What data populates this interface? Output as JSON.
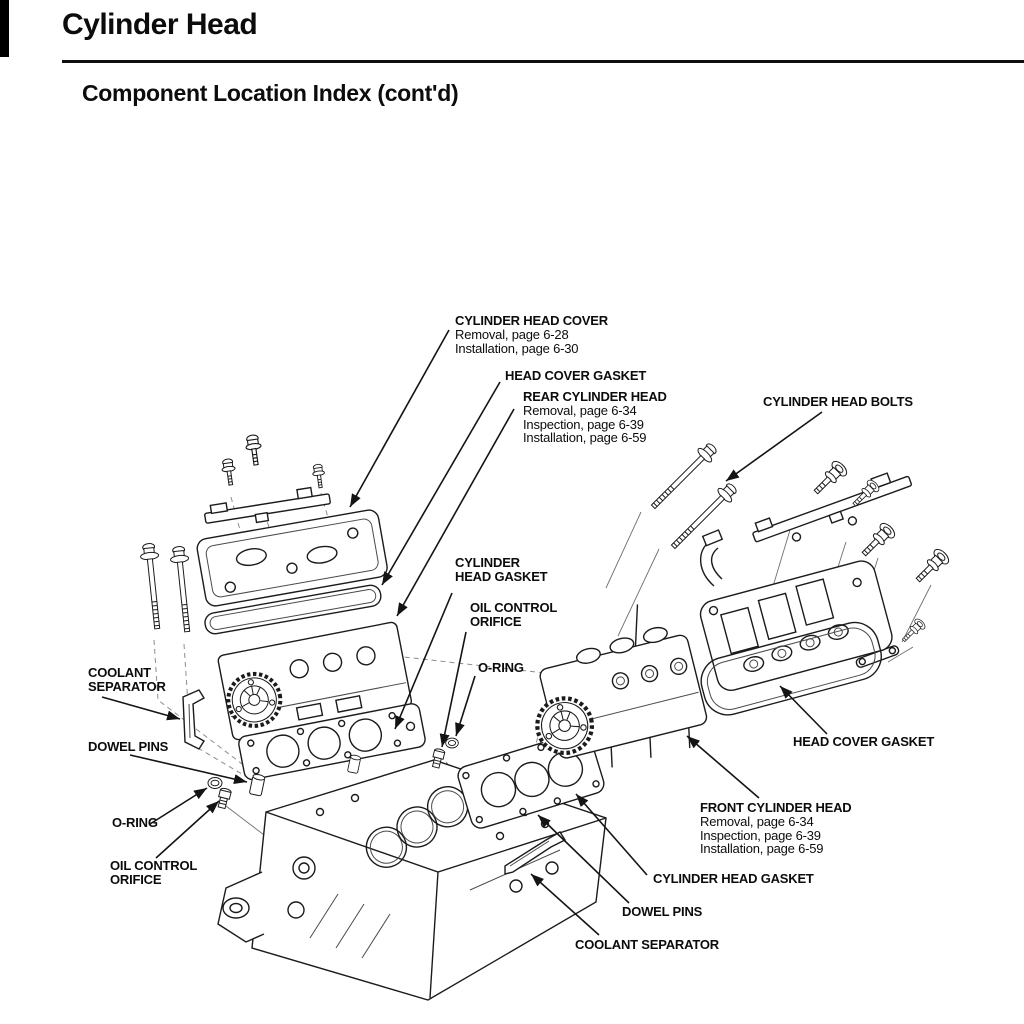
{
  "page": {
    "title": "Cylinder Head",
    "section_heading": "Component Location Index (cont'd)",
    "ink_color": "#111111",
    "background_color": "#ffffff"
  },
  "callouts": {
    "cylinder_head_cover": {
      "lines": [
        "CYLINDER HEAD COVER",
        "Removal, page 6-28",
        "Installation, page 6-30"
      ]
    },
    "head_cover_gasket_rear": {
      "lines": [
        "HEAD COVER GASKET"
      ]
    },
    "rear_cylinder_head": {
      "lines": [
        "REAR CYLINDER HEAD",
        "Removal, page 6-34",
        "Inspection, page 6-39",
        "Installation, page 6-59"
      ]
    },
    "cylinder_head_bolts": {
      "lines": [
        "CYLINDER HEAD BOLTS"
      ]
    },
    "cylinder_head_gasket_rear": {
      "lines": [
        "CYLINDER",
        "HEAD GASKET"
      ]
    },
    "oil_control_orifice_front": {
      "lines": [
        "OIL CONTROL",
        "ORIFICE"
      ]
    },
    "o_ring_front": {
      "lines": [
        "O-RING"
      ]
    },
    "coolant_separator_rear": {
      "lines": [
        "COOLANT",
        "SEPARATOR"
      ]
    },
    "dowel_pins_rear": {
      "lines": [
        "DOWEL PINS"
      ]
    },
    "o_ring_rear": {
      "lines": [
        "O-RING"
      ]
    },
    "oil_control_orifice_rear": {
      "lines": [
        "OIL CONTROL",
        "ORIFICE"
      ]
    },
    "head_cover_gasket_front": {
      "lines": [
        "HEAD COVER GASKET"
      ]
    },
    "front_cylinder_head": {
      "lines": [
        "FRONT CYLINDER HEAD",
        "Removal, page 6-34",
        "Inspection, page 6-39",
        "Installation, page 6-59"
      ]
    },
    "cylinder_head_gasket_front": {
      "lines": [
        "CYLINDER HEAD GASKET"
      ]
    },
    "dowel_pins_front": {
      "lines": [
        "DOWEL PINS"
      ]
    },
    "coolant_separator_front": {
      "lines": [
        "COOLANT SEPARATOR"
      ]
    }
  }
}
